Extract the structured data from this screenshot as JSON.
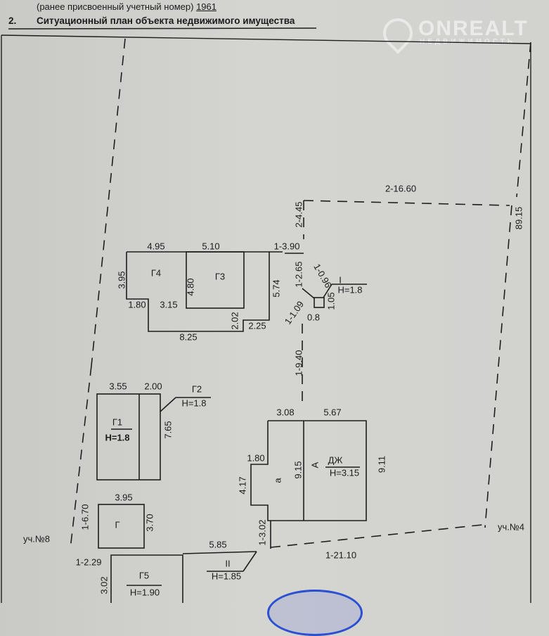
{
  "header": {
    "prev_number_label": "(ранее присвоенный учетный номер)",
    "prev_number": "1961",
    "section_number": "2.",
    "section_title": "Ситуационный план объекта недвижимого имущества"
  },
  "watermark": {
    "brand": "ONREALT",
    "sub": "НЕДВИЖИМОСТЬ"
  },
  "plan": {
    "labels": [
      "2-16.60",
      "2-4.45",
      "89.15",
      "4.95",
      "5.10",
      "1-3.90",
      "3.95",
      "Г4",
      "4.80",
      "Г3",
      "5.74",
      "1-2.65",
      "1-0.96",
      "I",
      "H=1.8",
      "1.05",
      "1.80",
      "3.15",
      "2.02",
      "2.25",
      "1-1.09",
      "0.8",
      "8.25",
      "1-9.40",
      "3.55",
      "2.00",
      "Г2",
      "H=1.8",
      "Г1",
      "H=1.8",
      "7.65",
      "3.08",
      "5.67",
      "1.80",
      "4.17",
      "а",
      "9.15",
      "А",
      "ДЖ",
      "H=3.15",
      "9.11",
      "3.95",
      "1-6.70",
      "Г",
      "3.70",
      "уч.№8",
      "уч.№4",
      "1-3.02",
      "5.85",
      "1-21.10",
      "1-2.29",
      "II",
      "H=1.85",
      "3.02",
      "Г5",
      "H=1.90"
    ]
  }
}
